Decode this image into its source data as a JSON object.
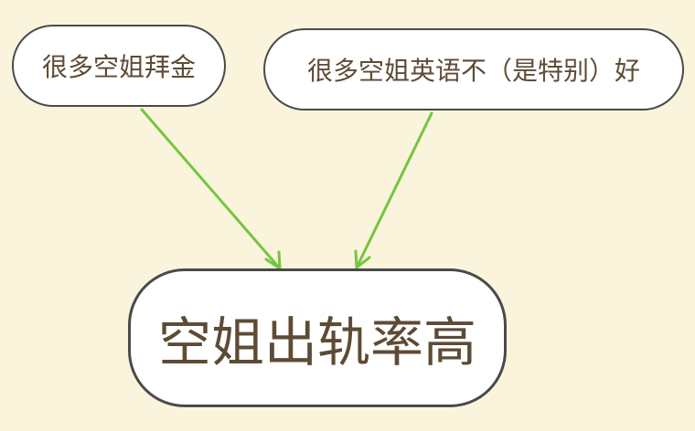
{
  "diagram": {
    "nodes": [
      {
        "id": "cause-1",
        "label": "很多空姐拜金"
      },
      {
        "id": "cause-2",
        "label": "很多空姐英语不（是特别）好"
      },
      {
        "id": "effect",
        "label": "空姐出轨率高"
      }
    ],
    "edges": [
      {
        "from": "cause-1",
        "to": "effect"
      },
      {
        "from": "cause-2",
        "to": "effect"
      }
    ],
    "colors": {
      "background": "#fbf4dc",
      "node_fill": "#ffffff",
      "node_border": "#4a4a4a",
      "text": "#5e4b35",
      "arrow": "#74c63f"
    }
  }
}
